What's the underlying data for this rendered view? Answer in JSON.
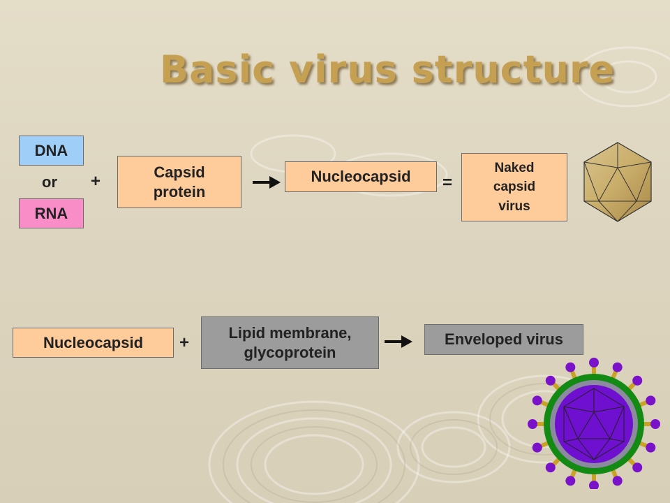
{
  "title": "Basic virus structure",
  "row1": {
    "dna": "DNA",
    "or": "or",
    "rna": "RNA",
    "plus": "+",
    "capsid_line1": "Capsid",
    "capsid_line2": "protein",
    "nucleocapsid": "Nucleocapsid",
    "equals": "=",
    "naked_line1": "Naked",
    "naked_line2": "capsid",
    "naked_line3": "virus"
  },
  "row2": {
    "nucleocapsid": "Nucleocapsid",
    "plus": "+",
    "lipid_line1": "Lipid membrane,",
    "lipid_line2": "glycoprotein",
    "enveloped": "Enveloped virus"
  },
  "colors": {
    "peach": "#fecb9b",
    "blue": "#9fcff8",
    "pink": "#f98dc8",
    "gray": "#9c9c9c",
    "title": "#c6a052",
    "capsid_gold": "#c9ad6a",
    "envelope_green": "#138a13",
    "spike_purple": "#7a12c9"
  }
}
